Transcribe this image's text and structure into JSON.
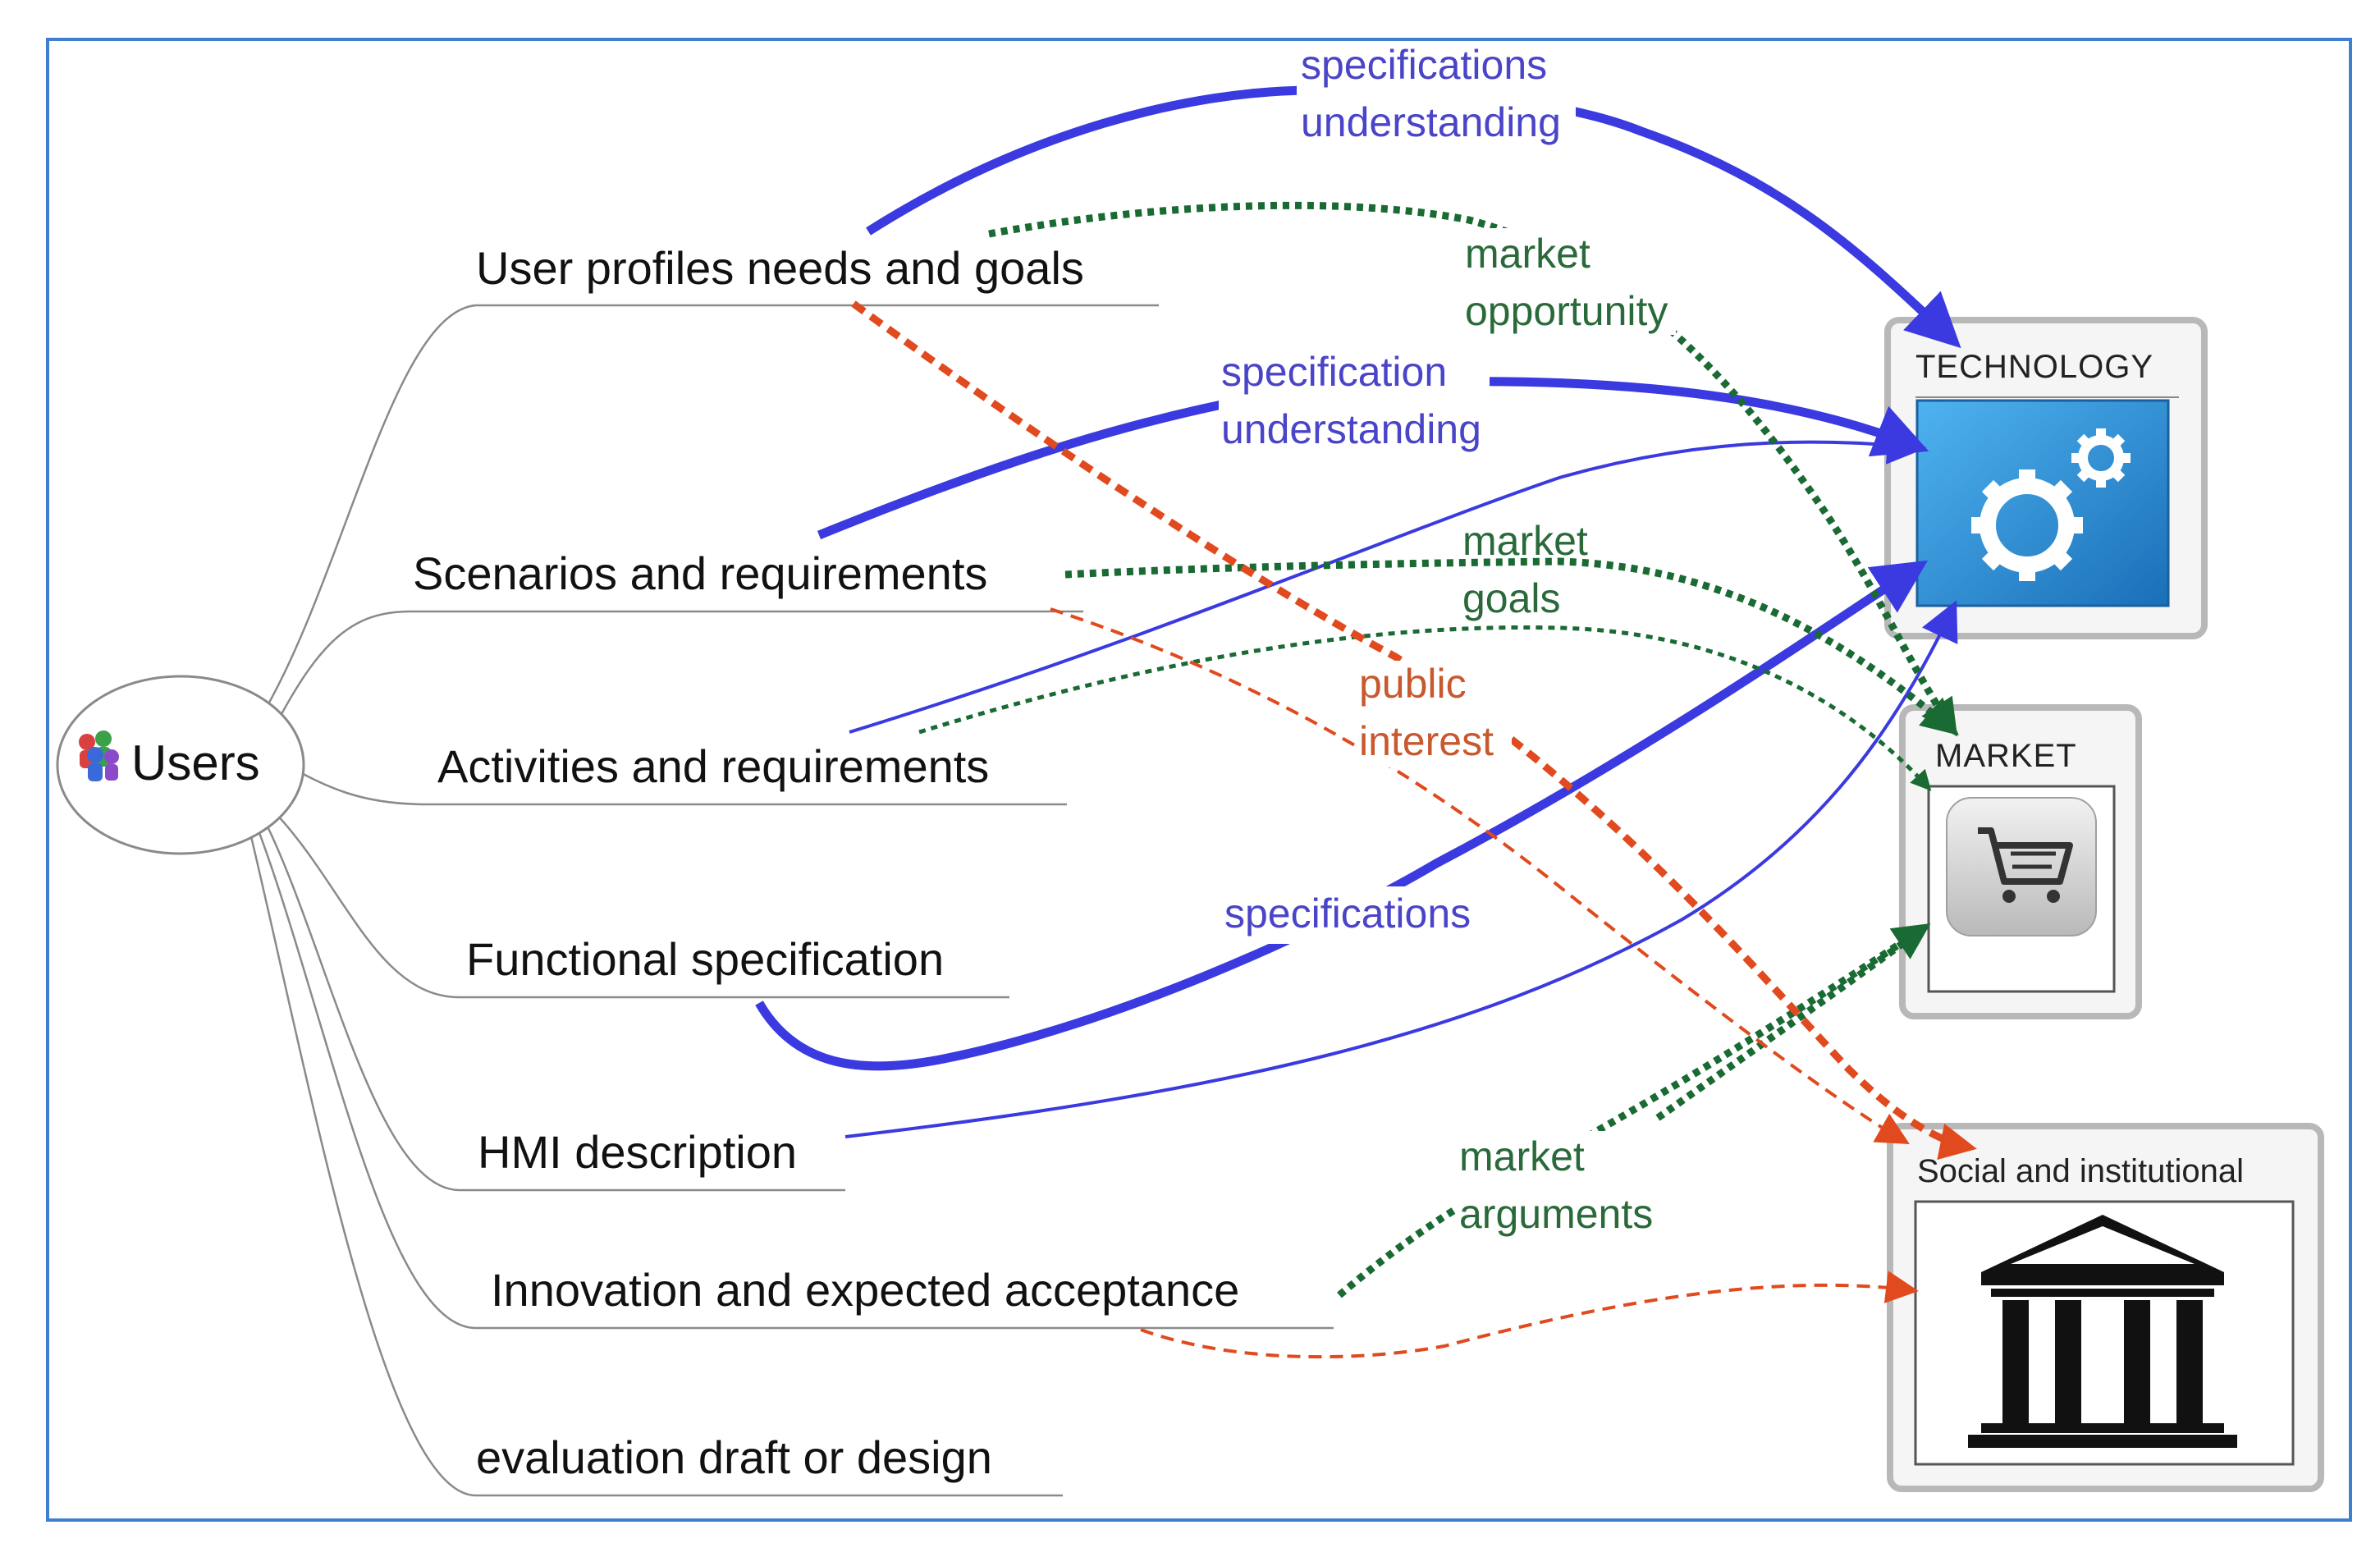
{
  "root": {
    "label": "Users",
    "icon": "people-group-icon"
  },
  "branches": [
    "User profiles needs and goals",
    "Scenarios and requirements",
    "Activities and requirements",
    "Functional specification",
    "HMI description",
    "Innovation and expected acceptance",
    "evaluation draft or design"
  ],
  "targets": {
    "technology": {
      "title": "TECHNOLOGY",
      "icon": "gears-icon"
    },
    "market": {
      "title": "MARKET",
      "icon": "shopping-cart-icon"
    },
    "social": {
      "title": "Social and institutional",
      "icon": "institution-building-icon"
    }
  },
  "link_labels": {
    "spec_understanding_1": [
      "specifications",
      "understanding"
    ],
    "spec_understanding_2": [
      "specification",
      "understanding"
    ],
    "market_opportunity": [
      "market",
      "opportunity"
    ],
    "market_goals": [
      "market",
      "goals"
    ],
    "public_interest": [
      "public",
      "interest"
    ],
    "specifications": [
      "specifications"
    ],
    "market_arguments": [
      "market",
      "arguments"
    ]
  },
  "colors": {
    "frame": "#3f7fd0",
    "specification_link": "#3a3ae0",
    "market_link": "#1a6a34",
    "social_link": "#e04a1e",
    "branch_line": "#8a8a8a",
    "box_border": "#b8b8b8",
    "tech_icon_bg": "#2a8fd6"
  }
}
